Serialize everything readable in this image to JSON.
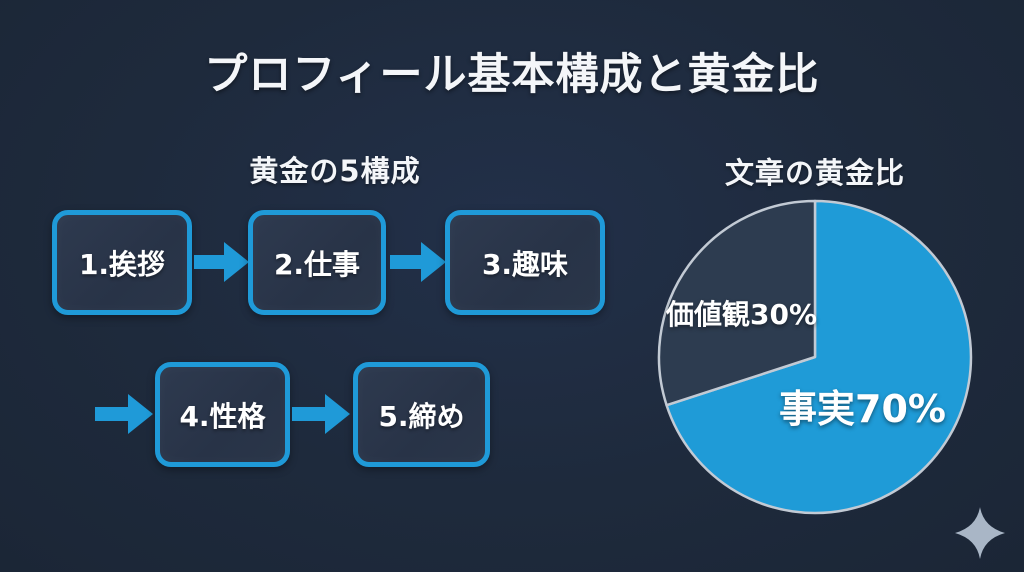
{
  "slide": {
    "title": "プロフィール基本構成と黄金比",
    "flow": {
      "heading": "黄金の5構成",
      "steps": [
        "1.挨拶",
        "2.仕事",
        "3.趣味",
        "4.性格",
        "5.締め"
      ]
    },
    "pie_section": {
      "heading": "文章の黄金比"
    }
  },
  "chart_data": {
    "type": "pie",
    "title": "文章の黄金比",
    "segments": [
      {
        "label": "事実",
        "value": 70,
        "display": "事実70%",
        "color": "#1f9bd7"
      },
      {
        "label": "価値観",
        "value": 30,
        "display": "価値観30%",
        "color": "#2d3c50"
      }
    ],
    "start_angle_deg": 0,
    "direction": "clockwise",
    "outline_color": "#c2cad4",
    "legend": "none",
    "labels_inside": true
  },
  "colors": {
    "background": "#1e2a3c",
    "accent_blue": "#1f9ad8",
    "box_fill": "#2a3547",
    "pie_dark_slice": "#2d3c50",
    "pie_outline": "#c2cad4",
    "text": "#ffffff",
    "sparkle": "#a9b6c6"
  },
  "icons": {
    "sparkle": "sparkle-icon"
  }
}
